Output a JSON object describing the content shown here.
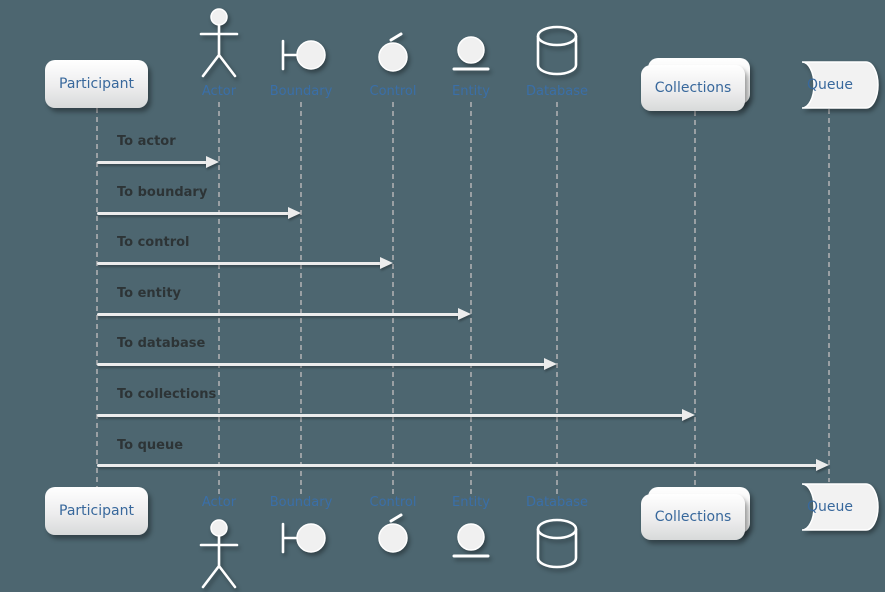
{
  "diagram": {
    "type": "uml-sequence",
    "participants": [
      {
        "label": "Participant",
        "shape": "box"
      },
      {
        "label": "Actor",
        "shape": "actor"
      },
      {
        "label": "Boundary",
        "shape": "boundary"
      },
      {
        "label": "Control",
        "shape": "control"
      },
      {
        "label": "Entity",
        "shape": "entity"
      },
      {
        "label": "Database",
        "shape": "database"
      },
      {
        "label": "Collections",
        "shape": "collections"
      },
      {
        "label": "Queue",
        "shape": "queue"
      }
    ],
    "messages": [
      {
        "label": "To actor",
        "from": "Participant",
        "to": "Actor"
      },
      {
        "label": "To boundary",
        "from": "Participant",
        "to": "Boundary"
      },
      {
        "label": "To control",
        "from": "Participant",
        "to": "Control"
      },
      {
        "label": "To entity",
        "from": "Participant",
        "to": "Entity"
      },
      {
        "label": "To database",
        "from": "Participant",
        "to": "Database"
      },
      {
        "label": "To collections",
        "from": "Participant",
        "to": "Collections"
      },
      {
        "label": "To queue",
        "from": "Participant",
        "to": "Queue"
      }
    ],
    "colors": {
      "background": "#4d6670",
      "box_text": "#38689c",
      "lifeline_label_text": "#3a6fa8",
      "message_text": "#2d3436",
      "arrow": "#ececec",
      "lifeline": "#9aa0a4",
      "shape_fill": "#ffffff"
    }
  }
}
